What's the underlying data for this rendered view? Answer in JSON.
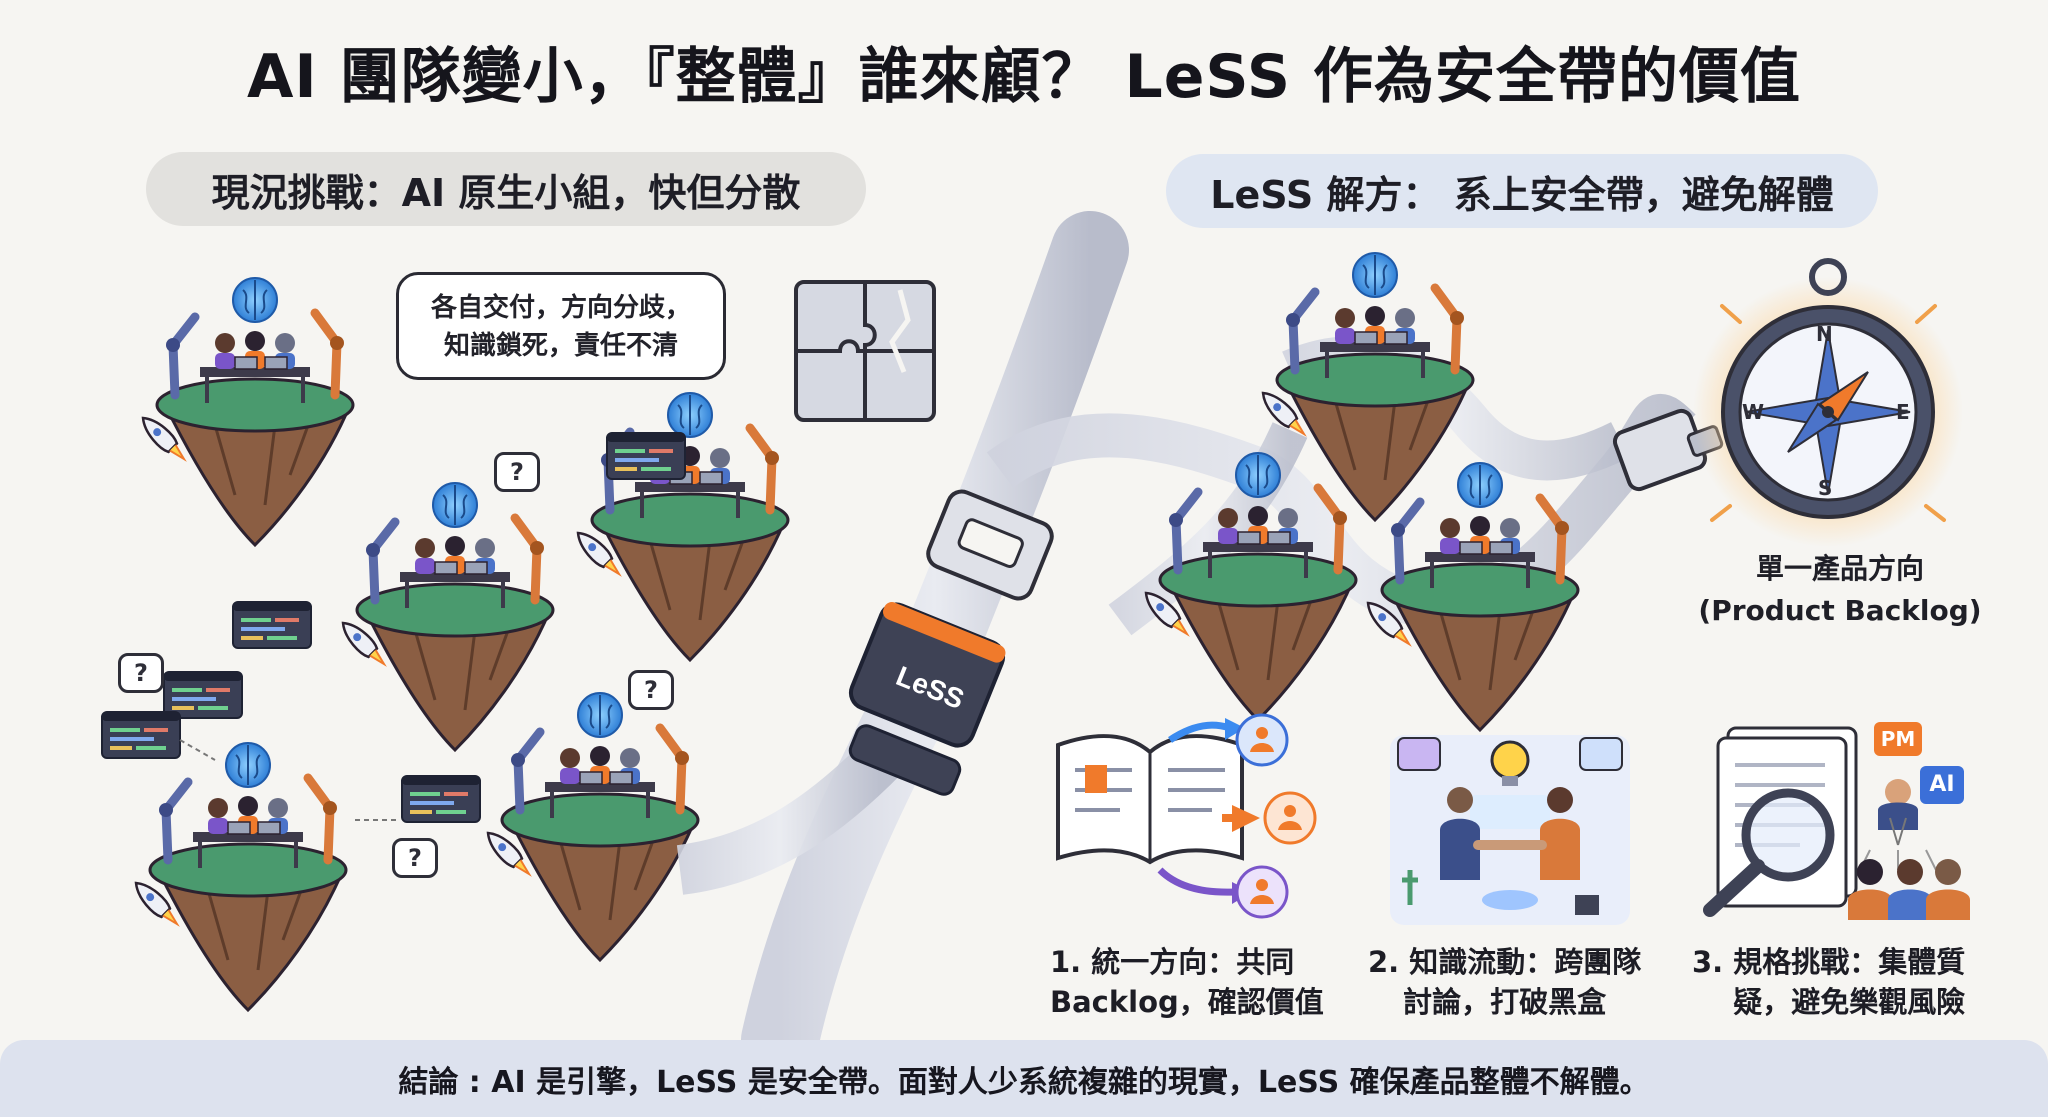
{
  "title": "AI 團隊變小，『整體』誰來顧？ LeSS 作為安全帶的價值",
  "left_section": {
    "header": "現況挑戰：AI 原生小組，快但分散",
    "bubble_line1": "各自交付，方向分歧，",
    "bubble_line2": "知識鎖死，責任不清",
    "question_mark": "?"
  },
  "right_section": {
    "header": "LeSS 解方： 系上安全帶，避免解體",
    "seatbelt_label": "LeSS",
    "compass": {
      "n": "N",
      "s": "S",
      "e": "E",
      "w": "W"
    },
    "backlog_label_line1": "單一產品方向",
    "backlog_label_line2": "(Product Backlog)",
    "pm_label": "PM",
    "ai_label": "AI",
    "points": [
      {
        "line1": "1. 統一方向：共同",
        "line2": "Backlog，確認價值"
      },
      {
        "line1": "2. 知識流動：跨團隊",
        "line2": "討論，打破黑盒"
      },
      {
        "line1": "3. 規格挑戰：集體質",
        "line2": "疑，避免樂觀風險"
      }
    ]
  },
  "footer": "結論 : AI 是引擎，LeSS 是安全帶。面對人少系統複雜的現實，LeSS 確保產品整體不解體。",
  "colors": {
    "island_grass": "#4a9a6e",
    "island_rock": "#8b5e43",
    "brain": "#4aa3e6",
    "robot_arm": "#d9793a",
    "seatbelt": "#b9bccb",
    "accent_orange": "#f07a2b",
    "accent_blue": "#3b6fd8",
    "accent_purple": "#7a55c9"
  }
}
